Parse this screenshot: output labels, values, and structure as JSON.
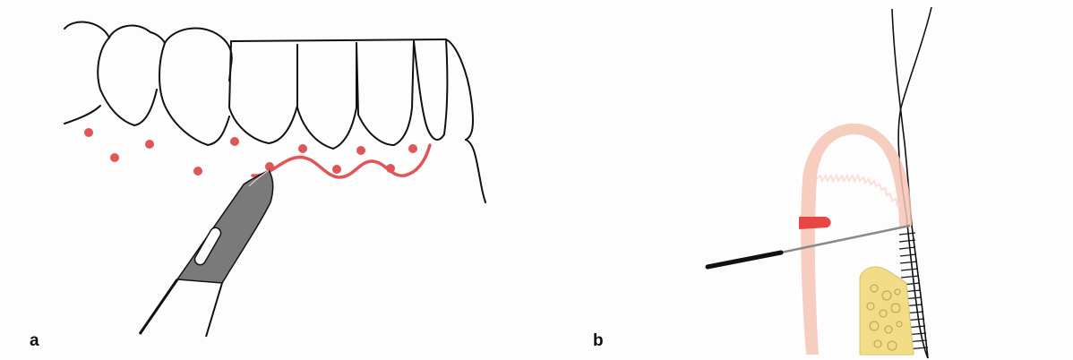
{
  "figure": {
    "panels": [
      {
        "label": "a",
        "illustration": "teeth-with-scalpel-incision",
        "colors": {
          "outline": "#111111",
          "incision": "#e05555",
          "dots": "#e05555",
          "blade": "#7a7a7a"
        }
      },
      {
        "label": "b",
        "illustration": "cross-section-gingiva-probe",
        "colors": {
          "outline": "#111111",
          "gingiva": "#f6c4b4",
          "pocket_marker": "#e84545",
          "bone": "#f3dc86",
          "probe": "#8a8a8a"
        }
      }
    ]
  }
}
